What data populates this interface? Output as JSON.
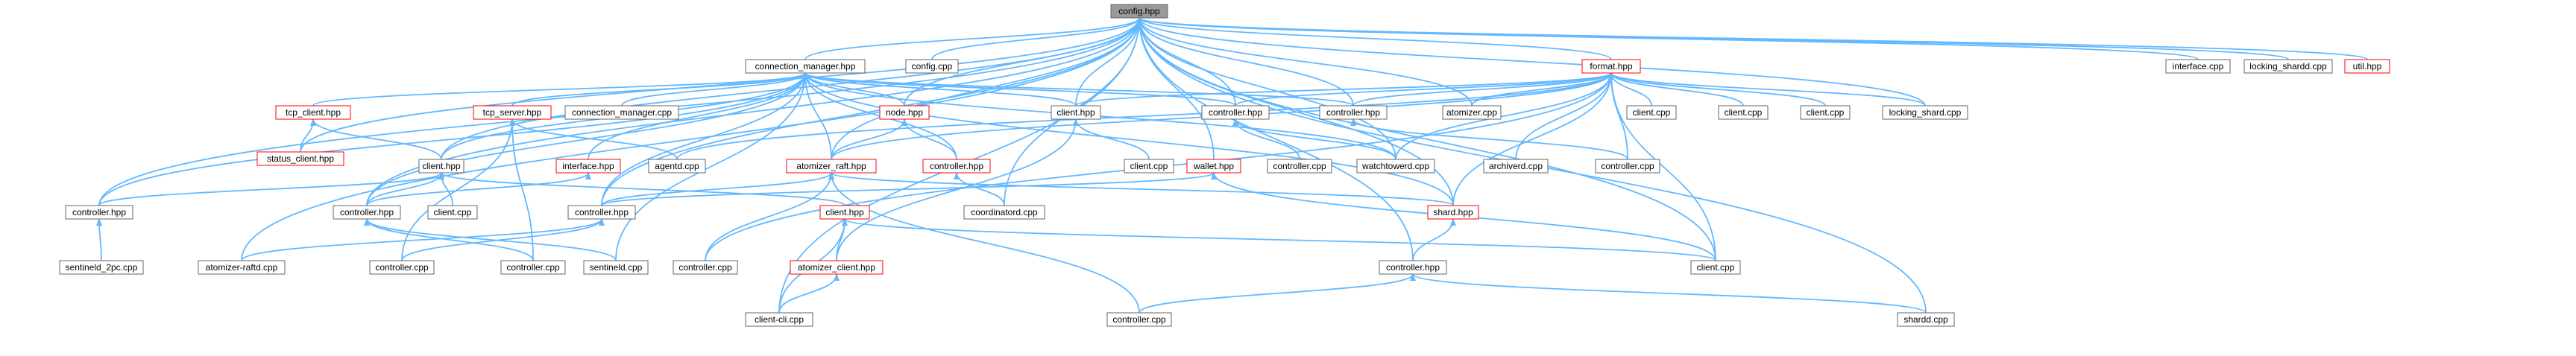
{
  "root": "config.hpp",
  "nodes": [
    {
      "id": "config_hpp",
      "label": "config.hpp",
      "style": "root"
    },
    {
      "id": "connection_manager_hpp",
      "label": "connection_manager.hpp",
      "style": "normal"
    },
    {
      "id": "config_cpp",
      "label": "config.cpp",
      "style": "normal"
    },
    {
      "id": "format_hpp",
      "label": "format.hpp",
      "style": "red"
    },
    {
      "id": "interface_cpp",
      "label": "interface.cpp",
      "style": "normal"
    },
    {
      "id": "locking_shardd_cpp",
      "label": "locking_shardd.cpp",
      "style": "normal"
    },
    {
      "id": "util_hpp",
      "label": "util.hpp",
      "style": "red"
    },
    {
      "id": "tcp_client_hpp",
      "label": "tcp_client.hpp",
      "style": "red"
    },
    {
      "id": "tcp_server_hpp",
      "label": "tcp_server.hpp",
      "style": "red"
    },
    {
      "id": "connection_manager_cpp",
      "label": "connection_manager.cpp",
      "style": "normal"
    },
    {
      "id": "node_hpp",
      "label": "node.hpp",
      "style": "red"
    },
    {
      "id": "client_hpp_a",
      "label": "client.hpp",
      "style": "normal"
    },
    {
      "id": "controller_hpp_a",
      "label": "controller.hpp",
      "style": "normal"
    },
    {
      "id": "controller_hpp_b",
      "label": "controller.hpp",
      "style": "normal"
    },
    {
      "id": "atomizer_cpp",
      "label": "atomizer.cpp",
      "style": "normal"
    },
    {
      "id": "client_cpp_a",
      "label": "client.cpp",
      "style": "normal"
    },
    {
      "id": "client_cpp_b",
      "label": "client.cpp",
      "style": "normal"
    },
    {
      "id": "client_cpp_c",
      "label": "client.cpp",
      "style": "normal"
    },
    {
      "id": "locking_shard_cpp",
      "label": "locking_shard.cpp",
      "style": "normal"
    },
    {
      "id": "status_client_hpp",
      "label": "status_client.hpp",
      "style": "red"
    },
    {
      "id": "client_hpp_b",
      "label": "client.hpp",
      "style": "normal"
    },
    {
      "id": "interface_hpp",
      "label": "interface.hpp",
      "style": "red"
    },
    {
      "id": "agentd_cpp",
      "label": "agentd.cpp",
      "style": "normal"
    },
    {
      "id": "atomizer_raft_hpp",
      "label": "atomizer_raft.hpp",
      "style": "red"
    },
    {
      "id": "controller_hpp_red",
      "label": "controller.hpp",
      "style": "red"
    },
    {
      "id": "client_cpp_d",
      "label": "client.cpp",
      "style": "normal"
    },
    {
      "id": "controller_cpp_a",
      "label": "controller.cpp",
      "style": "normal"
    },
    {
      "id": "watchtowerd_cpp",
      "label": "watchtowerd.cpp",
      "style": "normal"
    },
    {
      "id": "archiverd_cpp",
      "label": "archiverd.cpp",
      "style": "normal"
    },
    {
      "id": "controller_cpp_b",
      "label": "controller.cpp",
      "style": "normal"
    },
    {
      "id": "wallet_hpp",
      "label": "wallet.hpp",
      "style": "red"
    },
    {
      "id": "controller_hpp_c",
      "label": "controller.hpp",
      "style": "normal"
    },
    {
      "id": "controller_hpp_d",
      "label": "controller.hpp",
      "style": "normal"
    },
    {
      "id": "client_cpp_e",
      "label": "client.cpp",
      "style": "normal"
    },
    {
      "id": "controller_hpp_e",
      "label": "controller.hpp",
      "style": "normal"
    },
    {
      "id": "client_hpp_red",
      "label": "client.hpp",
      "style": "red"
    },
    {
      "id": "coordinatord_cpp",
      "label": "coordinatord.cpp",
      "style": "normal"
    },
    {
      "id": "shard_hpp",
      "label": "shard.hpp",
      "style": "red"
    },
    {
      "id": "sentineld_2pc_cpp",
      "label": "sentineld_2pc.cpp",
      "style": "normal"
    },
    {
      "id": "atomizer_raftd_cpp",
      "label": "atomizer-raftd.cpp",
      "style": "normal"
    },
    {
      "id": "controller_cpp_c",
      "label": "controller.cpp",
      "style": "normal"
    },
    {
      "id": "controller_cpp_d",
      "label": "controller.cpp",
      "style": "normal"
    },
    {
      "id": "sentineld_cpp",
      "label": "sentineld.cpp",
      "style": "normal"
    },
    {
      "id": "controller_cpp_e",
      "label": "controller.cpp",
      "style": "normal"
    },
    {
      "id": "atomizer_client_hpp",
      "label": "atomizer_client.hpp",
      "style": "red"
    },
    {
      "id": "controller_hpp_f",
      "label": "controller.hpp",
      "style": "normal"
    },
    {
      "id": "client_cpp_f",
      "label": "client.cpp",
      "style": "normal"
    },
    {
      "id": "client_cli_cpp",
      "label": "client-cli.cpp",
      "style": "normal"
    },
    {
      "id": "controller_cpp_f",
      "label": "controller.cpp",
      "style": "normal"
    },
    {
      "id": "shardd_cpp",
      "label": "shardd.cpp",
      "style": "normal"
    }
  ],
  "edges": [
    [
      "connection_manager_hpp",
      "config_hpp"
    ],
    [
      "config_cpp",
      "config_hpp"
    ],
    [
      "format_hpp",
      "config_hpp"
    ],
    [
      "interface_cpp",
      "config_hpp"
    ],
    [
      "locking_shardd_cpp",
      "config_hpp"
    ],
    [
      "util_hpp",
      "config_hpp"
    ],
    [
      "node_hpp",
      "config_hpp"
    ],
    [
      "client_hpp_a",
      "config_hpp"
    ],
    [
      "controller_hpp_a",
      "config_hpp"
    ],
    [
      "controller_hpp_b",
      "config_hpp"
    ],
    [
      "atomizer_cpp",
      "config_hpp"
    ],
    [
      "locking_shard_cpp",
      "config_hpp"
    ],
    [
      "status_client_hpp",
      "config_hpp"
    ],
    [
      "client_hpp_b",
      "config_hpp"
    ],
    [
      "atomizer_raft_hpp",
      "config_hpp"
    ],
    [
      "watchtowerd_cpp",
      "config_hpp"
    ],
    [
      "wallet_hpp",
      "config_hpp"
    ],
    [
      "controller_hpp_c",
      "config_hpp"
    ],
    [
      "controller_hpp_d",
      "config_hpp"
    ],
    [
      "controller_hpp_e",
      "config_hpp"
    ],
    [
      "coordinatord_cpp",
      "config_hpp"
    ],
    [
      "shard_hpp",
      "config_hpp"
    ],
    [
      "atomizer_raftd_cpp",
      "config_hpp"
    ],
    [
      "client_cpp_f",
      "config_hpp"
    ],
    [
      "controller_hpp_f",
      "config_hpp"
    ],
    [
      "client_cli_cpp",
      "config_hpp"
    ],
    [
      "shardd_cpp",
      "config_hpp"
    ],
    [
      "tcp_client_hpp",
      "connection_manager_hpp"
    ],
    [
      "tcp_server_hpp",
      "connection_manager_hpp"
    ],
    [
      "connection_manager_cpp",
      "connection_manager_hpp"
    ],
    [
      "node_hpp",
      "connection_manager_hpp"
    ],
    [
      "client_hpp_a",
      "connection_manager_hpp"
    ],
    [
      "controller_hpp_a",
      "connection_manager_hpp"
    ],
    [
      "controller_hpp_b",
      "connection_manager_hpp"
    ],
    [
      "interface_hpp",
      "connection_manager_hpp"
    ],
    [
      "atomizer_raft_hpp",
      "connection_manager_hpp"
    ],
    [
      "controller_hpp_red",
      "connection_manager_hpp"
    ],
    [
      "client_hpp_b",
      "connection_manager_hpp"
    ],
    [
      "controller_hpp_c",
      "connection_manager_hpp"
    ],
    [
      "controller_hpp_d",
      "connection_manager_hpp"
    ],
    [
      "controller_hpp_e",
      "connection_manager_hpp"
    ],
    [
      "sentineld_cpp",
      "connection_manager_hpp"
    ],
    [
      "shard_hpp",
      "connection_manager_hpp"
    ],
    [
      "watchtowerd_cpp",
      "connection_manager_hpp"
    ],
    [
      "client_hpp_a",
      "format_hpp"
    ],
    [
      "controller_hpp_a",
      "format_hpp"
    ],
    [
      "controller_hpp_b",
      "format_hpp"
    ],
    [
      "atomizer_cpp",
      "format_hpp"
    ],
    [
      "client_cpp_a",
      "format_hpp"
    ],
    [
      "client_cpp_b",
      "format_hpp"
    ],
    [
      "client_cpp_c",
      "format_hpp"
    ],
    [
      "locking_shard_cpp",
      "format_hpp"
    ],
    [
      "watchtowerd_cpp",
      "format_hpp"
    ],
    [
      "archiverd_cpp",
      "format_hpp"
    ],
    [
      "controller_cpp_b",
      "format_hpp"
    ],
    [
      "agentd_cpp",
      "format_hpp"
    ],
    [
      "atomizer_raft_hpp",
      "format_hpp"
    ],
    [
      "shard_hpp",
      "format_hpp"
    ],
    [
      "client_cpp_f",
      "format_hpp"
    ],
    [
      "controller_cpp_e",
      "format_hpp"
    ],
    [
      "status_client_hpp",
      "tcp_client_hpp"
    ],
    [
      "client_hpp_b",
      "tcp_client_hpp"
    ],
    [
      "agentd_cpp",
      "tcp_server_hpp"
    ],
    [
      "controller_cpp_d",
      "tcp_server_hpp"
    ],
    [
      "controller_cpp_c",
      "tcp_server_hpp"
    ],
    [
      "atomizer_raft_hpp",
      "node_hpp"
    ],
    [
      "controller_hpp_red",
      "node_hpp"
    ],
    [
      "client_cpp_d",
      "client_hpp_a"
    ],
    [
      "atomizer_client_hpp",
      "client_hpp_a"
    ],
    [
      "controller_cpp_a",
      "controller_hpp_a"
    ],
    [
      "watchtowerd_cpp",
      "controller_hpp_a"
    ],
    [
      "controller_cpp_b",
      "controller_hpp_b"
    ],
    [
      "controller_hpp_d",
      "interface_hpp"
    ],
    [
      "coordinatord_cpp",
      "controller_hpp_red"
    ],
    [
      "controller_hpp_c",
      "client_hpp_b"
    ],
    [
      "client_cpp_e",
      "client_hpp_b"
    ],
    [
      "controller_hpp_d",
      "client_hpp_b"
    ],
    [
      "client_hpp_red",
      "client_hpp_b"
    ],
    [
      "controller_hpp_e",
      "atomizer_raft_hpp"
    ],
    [
      "controller_cpp_e",
      "atomizer_raft_hpp"
    ],
    [
      "shard_hpp",
      "atomizer_raft_hpp"
    ],
    [
      "controller_cpp_f",
      "atomizer_raft_hpp"
    ],
    [
      "controller_hpp_e",
      "wallet_hpp"
    ],
    [
      "client_cpp_f",
      "wallet_hpp"
    ],
    [
      "sentineld_2pc_cpp",
      "controller_hpp_c"
    ],
    [
      "atomizer_raftd_cpp",
      "controller_hpp_e"
    ],
    [
      "controller_cpp_d",
      "controller_hpp_d"
    ],
    [
      "sentineld_cpp",
      "controller_hpp_d"
    ],
    [
      "controller_cpp_c",
      "controller_hpp_e"
    ],
    [
      "atomizer_client_hpp",
      "client_hpp_red"
    ],
    [
      "client_cli_cpp",
      "client_hpp_red"
    ],
    [
      "client_cpp_f",
      "client_hpp_red"
    ],
    [
      "controller_hpp_f",
      "shard_hpp"
    ],
    [
      "client_cli_cpp",
      "atomizer_client_hpp"
    ],
    [
      "controller_cpp_f",
      "controller_hpp_f"
    ],
    [
      "shardd_cpp",
      "controller_hpp_f"
    ]
  ]
}
